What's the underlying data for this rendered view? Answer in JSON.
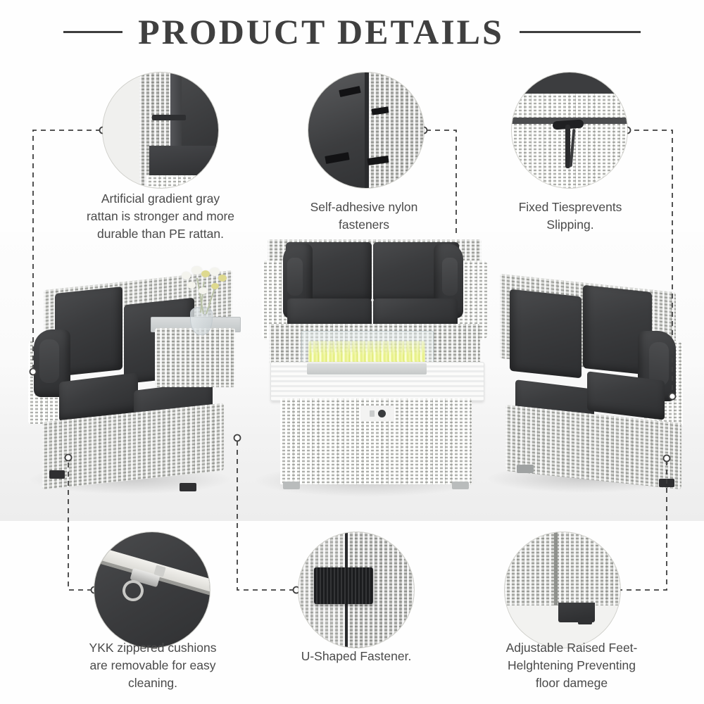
{
  "page": {
    "title": "PRODUCT DETAILS",
    "background_color": "#ffffff",
    "title_color": "#3f3f3f",
    "caption_color": "#4a4a4a",
    "leader_line_color": "#3f3f3f"
  },
  "details": [
    {
      "id": "rattan-material",
      "position": "top-left",
      "caption": "Artificial gradient gray\nrattan is stronger and more\ndurable than PE rattan.",
      "image_alt": "close-up of gray gradient rattan weave with dark gray cushion"
    },
    {
      "id": "nylon-fasteners",
      "position": "top-center",
      "caption": "Self-adhesive nylon\nfasteners",
      "image_alt": "black self-adhesive nylon velcro strips on cushion underside"
    },
    {
      "id": "fixed-ties",
      "position": "top-right",
      "caption": "Fixed Tiesprevents\nSlipping.",
      "image_alt": "dark fabric tie threaded through light gray rattan weave"
    },
    {
      "id": "ykk-zipper",
      "position": "bottom-left",
      "caption": "YKK zippered cushions\nare removable for easy\ncleaning.",
      "image_alt": "silver YKK zipper pull on dark gray cushion cover"
    },
    {
      "id": "u-shaped-fastener",
      "position": "bottom-center",
      "caption": "U-Shaped Fastener.",
      "image_alt": "black ribbed U-shaped clip joining two rattan frames"
    },
    {
      "id": "adjustable-feet",
      "position": "bottom-right",
      "caption": "Adjustable Raised Feet-\nHelghtening Preventing\nfloor damege",
      "image_alt": "black adjustable raised foot under rattan corner"
    }
  ],
  "product_scene": {
    "alt": "Gray wicker patio conversation set with charcoal cushions around a rectangular fire pit table",
    "pieces": [
      {
        "name": "left-sofa",
        "description": "three-seat gray rattan sofa with dark charcoal cushions"
      },
      {
        "name": "side-table",
        "description": "small gray rattan side table with glass top and flower vase"
      },
      {
        "name": "center-loveseat",
        "description": "two-seat gray rattan loveseat with charcoal cushions"
      },
      {
        "name": "fire-pit-table",
        "description": "rectangular fire pit table, white slatted top, gray rattan base, glass wind guard, yellow flames"
      },
      {
        "name": "right-sofa",
        "description": "three-seat gray rattan sofa with dark charcoal cushions"
      }
    ],
    "colors": {
      "rattan": "#c9cac6",
      "cushion": "#3a3b3d",
      "table_top": "#f3f4f3",
      "flame": "#e8f288"
    }
  }
}
